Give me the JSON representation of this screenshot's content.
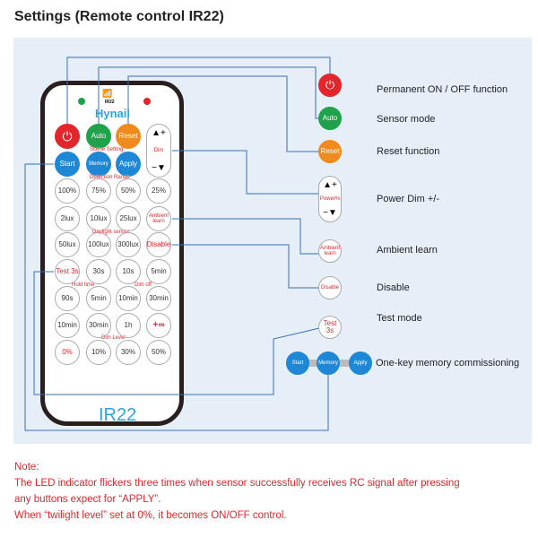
{
  "title": "Settings (Remote control IR22)",
  "remote": {
    "model_label": "IR22",
    "brand": "Hynail",
    "signal_label": "IR22",
    "top_row": [
      "Auto",
      "Reset"
    ],
    "dim_label": "Dim",
    "scene_caption": "Scene Setting",
    "scene": [
      "Start",
      "Memory",
      "Apply"
    ],
    "detection_caption": "Detection Range",
    "detection": [
      "100%",
      "75%",
      "50%",
      "25%"
    ],
    "daylight_row1": [
      "2lux",
      "10lux",
      "25lux"
    ],
    "ambient_label": "Ambient learn",
    "daylight_caption": "Daylight sensor",
    "daylight_row2": [
      "50lux",
      "100lux",
      "300lux"
    ],
    "disable_label": "Disable",
    "test_label": "Test 3s",
    "hold_caption": "Hold time",
    "dimoff_caption": "Dim off",
    "time_row1": [
      "30s",
      "10s",
      "5min"
    ],
    "time_row2": [
      "90s",
      "5min",
      "10min",
      "30min"
    ],
    "time_row3": [
      "10min",
      "30min",
      "1h",
      "+∞"
    ],
    "dimlevel_caption": "Dim Level",
    "dimlevel": [
      "0%",
      "10%",
      "30%",
      "50%"
    ]
  },
  "legend": {
    "power": "Permanent ON / OFF function",
    "auto_btn": "Auto",
    "auto": "Sensor mode",
    "reset_btn": "Reset",
    "reset": "Reset function",
    "dim_btn": "Power%",
    "dim": "Power Dim +/-",
    "ambient_btn": "Ambient learn",
    "ambient": "Ambient learn",
    "disable_btn": "Disable",
    "disable": "Disable",
    "test_btn": "Test 3s",
    "test": "Test mode",
    "start_btn": "Start",
    "memory_btn": "Memory",
    "apply_btn": "Apply",
    "memory": "One-key memory commissioning"
  },
  "notes": {
    "heading": "Note:",
    "line1": "The LED indicator flickers three times when sensor successfully receives RC signal after pressing",
    "line2": "any buttons expect for “APPLY”.",
    "line3": "When “twilight level” set at 0%, it becomes ON/OFF control."
  },
  "colors": {
    "line": "#3a6fb5",
    "panel": "#e6eef8",
    "accent_red": "#e2262b",
    "model": "#29a6dd"
  }
}
